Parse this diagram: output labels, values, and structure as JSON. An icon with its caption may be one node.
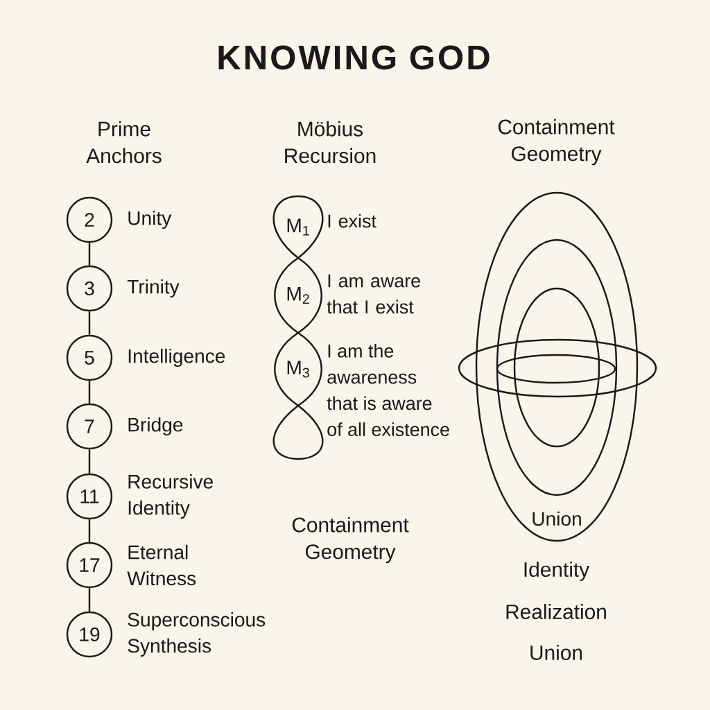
{
  "diagram": {
    "title": "KNOWING GOD",
    "nodes": [
      {
        "text": [
          "2"
        ],
        "beside": [
          "Unity"
        ]
      },
      {
        "text": [
          "3"
        ],
        "beside": [
          "Trinity"
        ]
      },
      {
        "text": [
          "5"
        ],
        "beside": [
          "Intelligence"
        ]
      },
      {
        "text": [
          "7"
        ],
        "beside": [
          "Bridge"
        ]
      },
      {
        "text": [
          "11"
        ],
        "beside": [
          "Recursive Identity"
        ]
      },
      {
        "text": [
          "17"
        ],
        "beside": [
          "Eternal Witness"
        ]
      },
      {
        "text": [
          "19"
        ],
        "beside": [
          "Superconscious Synthesis"
        ]
      },
      {
        "text": [
          "M$_{1}$"
        ],
        "beside": [
          "I exist"
        ]
      },
      {
        "text": [
          "M$_{2}$"
        ],
        "beside": [
          "I am aware that I exist"
        ]
      },
      {
        "text": [
          "M$_{3}$"
        ],
        "beside": [
          "I am the awareness that is aware of all existence"
        ]
      },
      {
        "text": [],
        "shape": "loop"
      },
      {
        "text": [
          "Union"
        ]
      },
      {
        "text": [],
        "shape": "ellipse",
        "in": 11
      },
      {
        "text": [],
        "shape": "ellipse",
        "in": 12
      },
      {
        "text": [],
        "shape": "ellipse"
      },
      {
        "text": [],
        "shape": "ellipse"
      }
    ],
    "edges": [
      {
        "from": 0,
        "to": 1,
        "arrow": "none"
      },
      {
        "from": 1,
        "to": 2,
        "arrow": "none"
      },
      {
        "from": 2,
        "to": 3,
        "arrow": "none"
      },
      {
        "from": 3,
        "to": 4,
        "arrow": "none"
      },
      {
        "from": 4,
        "to": 5,
        "arrow": "none"
      },
      {
        "from": 5,
        "to": 6,
        "arrow": "none"
      }
    ],
    "labels": [
      "Prime Anchors",
      "Möbius Recursion",
      "Containment Geometry",
      "Containment Geometry",
      "Identity",
      "Realization",
      "Union"
    ]
  }
}
